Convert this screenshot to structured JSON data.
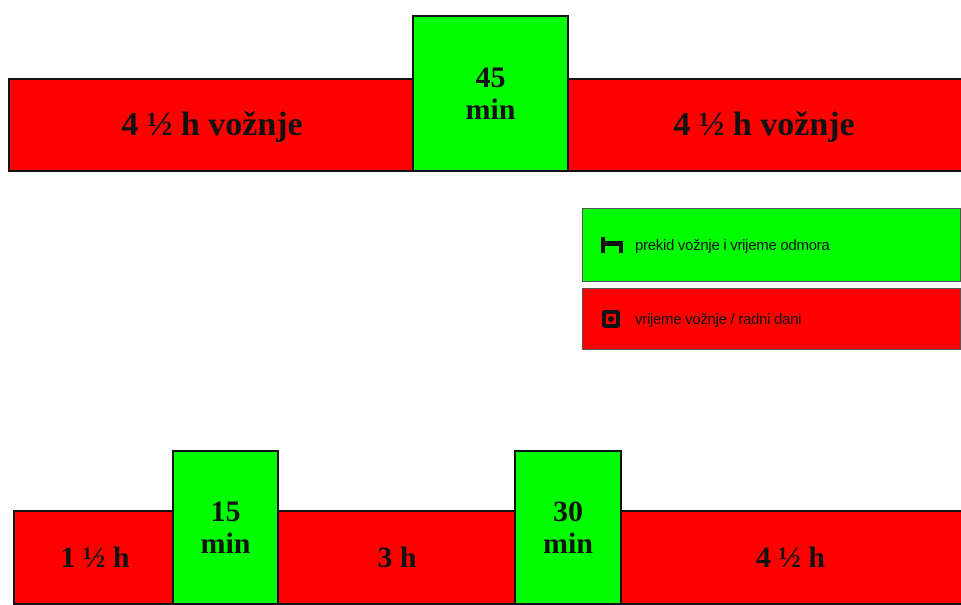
{
  "top_row": {
    "drive_1": "4 ½ h vožnje",
    "break_value": "45",
    "break_unit": "min",
    "drive_2": "4 ½ h vožnje"
  },
  "legend": {
    "break_label": "prekid vožnje i vrijeme odmora",
    "break_icon": "bed-icon",
    "drive_label": "vrijeme vožnje / radni dani",
    "drive_icon": "steering-wheel-icon"
  },
  "bottom_row": {
    "drive_1": "1 ½ h",
    "break_1_value": "15",
    "break_1_unit": "min",
    "drive_2": "3 h",
    "break_2_value": "30",
    "break_2_unit": "min",
    "drive_3": "4 ½ h"
  },
  "colors": {
    "driving": "#ff0000",
    "break": "#00ff00"
  }
}
